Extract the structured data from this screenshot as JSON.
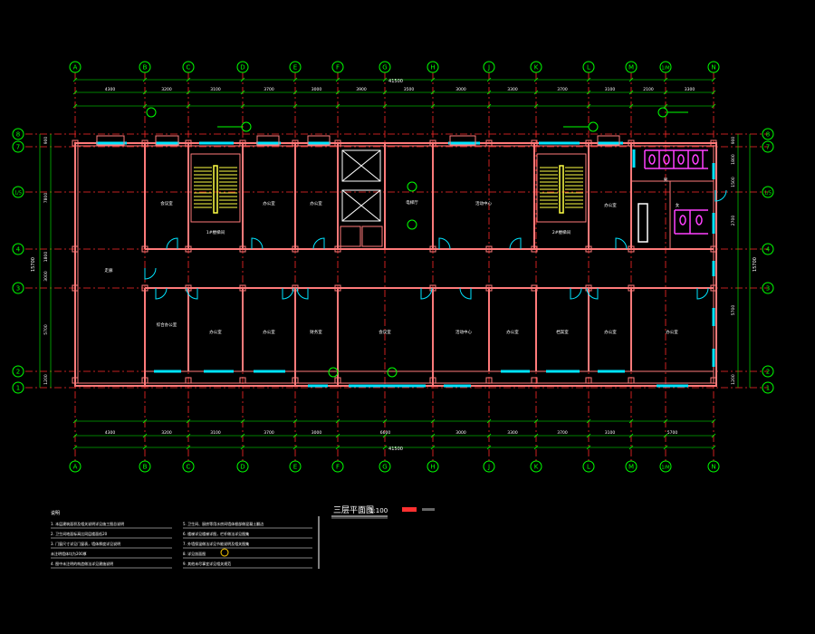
{
  "drawing": {
    "title": "三层平面图",
    "scale": "1:100",
    "total_dim": "41500",
    "colors": {
      "background": "#000000",
      "axis": "#00ff00",
      "wall": "#ff7a7a",
      "axis_line": "#ff2a2a",
      "window": "#00e5ff",
      "stair": "#ffff44",
      "fixture": "#ff40ff",
      "text": "#ffffff",
      "label": "#00ff66",
      "dim_text": "#ffffff"
    }
  },
  "axes": {
    "columns": [
      "A",
      "B",
      "C",
      "D",
      "E",
      "F",
      "G",
      "H",
      "J",
      "K",
      "L",
      "M",
      "1/M",
      "N"
    ],
    "rows": [
      "8",
      "7",
      "1/5",
      "4",
      "3",
      "2",
      "1"
    ]
  },
  "dims": {
    "top_bays": [
      "4300",
      "3200",
      "3100",
      "3700",
      "3000",
      "3900",
      "3500",
      "3000",
      "3300",
      "3700",
      "3100",
      "2100",
      "3300"
    ],
    "bottom_bays": [
      "4300",
      "3200",
      "3100",
      "3700",
      "3000",
      "6600",
      "3000",
      "3300",
      "3700",
      "3100",
      "5700"
    ],
    "left_rows": [
      "900",
      "7800",
      "1800",
      "3000",
      "5700",
      "1200"
    ],
    "right_rows": [
      "900",
      "1800",
      "1500",
      "2700",
      "5700",
      "1200"
    ],
    "left_overall": "15700",
    "right_overall": "15700"
  },
  "rooms": [
    {
      "name": "会议室",
      "col": "B"
    },
    {
      "name": "1#楼梯间",
      "col": "C"
    },
    {
      "name": "办公室",
      "col": "D"
    },
    {
      "name": "办公室",
      "col": "E"
    },
    {
      "name": "电梯厅",
      "col": "G"
    },
    {
      "name": "活动中心",
      "col": "J"
    },
    {
      "name": "2#楼梯间",
      "col": "K"
    },
    {
      "name": "办公室",
      "col": "L"
    },
    {
      "name": "男",
      "col": "M"
    },
    {
      "name": "女",
      "col": "M"
    },
    {
      "name": "走廊",
      "col": "A"
    },
    {
      "name": "综合办公室",
      "col": "B"
    },
    {
      "name": "办公室",
      "col": "C"
    },
    {
      "name": "办公室",
      "col": "D"
    },
    {
      "name": "财务室",
      "col": "E"
    },
    {
      "name": "会议室",
      "col": "F"
    },
    {
      "name": "活动中心",
      "col": "H"
    },
    {
      "name": "办公室",
      "col": "J"
    },
    {
      "name": "档案室",
      "col": "K"
    },
    {
      "name": "办公室",
      "col": "L"
    },
    {
      "name": "办公室",
      "col": "M"
    }
  ],
  "notes": {
    "heading": "说明",
    "left": [
      "1. 本层建筑面积及相关说明详见施工图总说明",
      "2. 卫生间地面标高比同层楼面低20",
      "3. 门窗尺寸详见门窗表，墙体厚度详见说明",
      "   未注明墙体均为200厚",
      "4. 图中未注明的构造做法详见建施说明"
    ],
    "right": [
      "5. 卫生间、厨房等用水房间墙体根部做混凝土翻边",
      "6. 楼梯详见楼梯详图，栏杆做法详见图集",
      "7. 外墙保温做法详见节能说明及相关图集",
      "8. 详见剖面图",
      "9. 其他未尽事宜详见相关规范"
    ]
  }
}
